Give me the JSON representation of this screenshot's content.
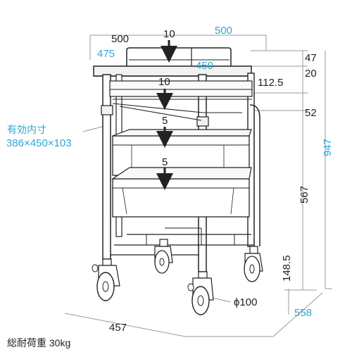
{
  "colors": {
    "line": "#222222",
    "dimension_cyan": "#2aa7d3",
    "dimension_black": "#222222",
    "panel": "#f2f2f2",
    "bin": "#e8e8e8"
  },
  "labels": {
    "top_depth": "500",
    "top_width": "500",
    "inner_depth": "475",
    "inner_width": "450",
    "top_load": "10",
    "middle_load": "10",
    "upper_bin_load": "5",
    "lower_bin_load": "5",
    "rail_height": "47",
    "top_board_thickness": "20",
    "drawer_offset": "112.5",
    "lower_offset": "52",
    "bin_caption": "有効内寸",
    "bin_dimensions": "386×450×103",
    "height_total": "947",
    "height_mid": "567",
    "height_base": "148.5",
    "caster_diameter": "ϕ100",
    "base_width": "457",
    "base_depth": "558",
    "load_capacity": "総耐荷重 30kg"
  }
}
